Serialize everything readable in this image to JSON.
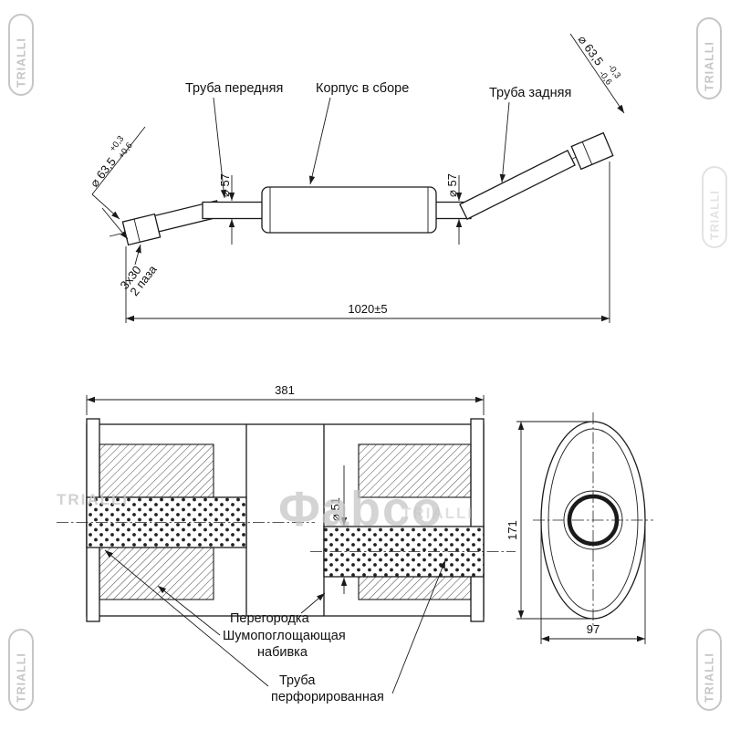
{
  "meta": {
    "background": "#ffffff",
    "line_color": "#1a1a1a",
    "watermark_color": "#c6c6c6"
  },
  "watermarks": {
    "brand": "TRIALLI",
    "logo_symbol": "Ф",
    "logo_text": "abco"
  },
  "assembly_view": {
    "labels": {
      "front_pipe": "Труба передняя",
      "body": "Корпус в сборе",
      "rear_pipe": "Труба задняя"
    },
    "dimensions": {
      "inlet_diameter": "⌀ 63,5",
      "inlet_tol_top": "+0,3",
      "inlet_tol_bottom": "+0,6",
      "outlet_diameter": "⌀ 63,5",
      "outlet_tol_top": "-0,3",
      "outlet_tol_bottom": "-0,6",
      "front_pipe_diameter": "⌀ 57",
      "rear_pipe_diameter": "⌀ 57",
      "slots_size": "3х30",
      "slots_count": "2 паза",
      "overall_length": "1020±5"
    }
  },
  "section_view": {
    "dimensions": {
      "body_length": "381",
      "pipe_inner_diameter": "⌀ 51"
    },
    "labels": {
      "partition": "Перегородка",
      "padding_1": "Шумопоглощающая",
      "padding_2": "набивка",
      "perforated_1": "Труба",
      "perforated_2": "перфорированная"
    }
  },
  "end_view": {
    "dimensions": {
      "height": "171",
      "width": "97"
    }
  }
}
